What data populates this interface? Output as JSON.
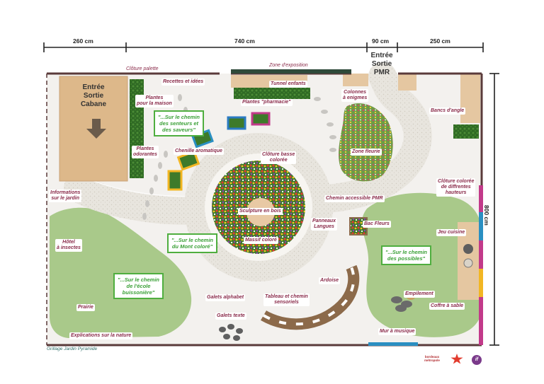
{
  "dimensions": {
    "top": [
      "260 cm",
      "740 cm",
      "90 cm",
      "250 cm"
    ],
    "side": "800 cm"
  },
  "entrances": {
    "cabane": "Entrée\nSortie\nCabane",
    "pmr": "Entrée\nSortie\nPMR"
  },
  "boundary_labels": {
    "cloture_palette": "Clôture palette",
    "zone_exposition": "Zone d'exposition",
    "grillage": "Grillage Jardin Pyramide"
  },
  "labels": {
    "recettes": "Recettes et idées",
    "tunnel": "Tunnel enfants",
    "plantes_maison": "Plantes\npour la maison",
    "plantes_pharmacie": "Plantes \"pharmacie\"",
    "colonnes": "Colonnes\nà enigmes",
    "bancs": "Bancs d'angle",
    "plantes_odorantes": "Plantes\nodorantes",
    "chenille": "Chenille aromatique",
    "cloture_basse": "Clôture basse\ncolorée",
    "zone_fleurie": "Zone fleurie",
    "cloture_coloree": "Clôture colorée\nde diffrentes\nhauteurs",
    "informations": "Informations\nsur le jardin",
    "chemin_pmr": "Chemin accessible PMR",
    "sculpture": "Sculpture en bois",
    "panneaux": "Panneaux\nLangues",
    "bac_fleurs": "Bac Fleurs",
    "jeu_cuisine": "Jeu cuisine",
    "hotel": "Hôtel\nà insectes",
    "massif": "Massif coloré",
    "ardoise": "Ardoise",
    "empilement": "Empilement",
    "coffre": "Coffre à sable",
    "prairie": "Prairie",
    "galets_alphabet": "Galets alphabet",
    "tableau": "Tableau et chemin\nsensoriels",
    "galets_texte": "Galets texte",
    "mur_musique": "Mur à musique",
    "explications": "Explications sur la nature"
  },
  "zones": {
    "senteurs": "\"...Sur le chemin\ndes senteurs et\ndes saveurs\"",
    "mont_colore": "\"...Sur le chemin\ndu Mont coloré\"",
    "possibles": "\"...Sur le chemin\ndes possibles\"",
    "ecole": "\"...Sur le chemin\nde l'école\nbuissonière\""
  },
  "logos": {
    "logo1": "bordeaux\nmétropole",
    "logo3": "if"
  },
  "colors": {
    "grass": "#a9c98a",
    "path": "#e6e3dc",
    "ground": "#f3f1ee",
    "wood": "#ddb88a",
    "label_text": "#8a2b4a",
    "zone_text": "#3aa036",
    "fence": "#5a3a3a"
  }
}
